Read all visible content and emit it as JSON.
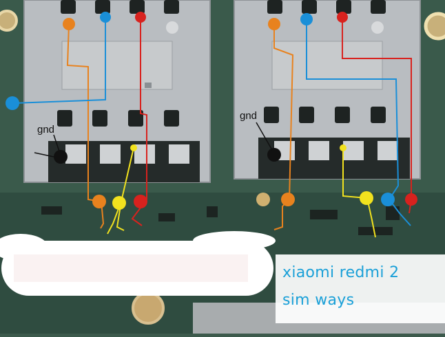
{
  "labels": {
    "gnd_left": "gnd",
    "gnd_right": "gnd"
  },
  "caption": {
    "line1": "xiaomi redmi 2",
    "line2": "sim ways"
  },
  "colors": {
    "pcb": "#3c5a4c",
    "tray": "#b8bcc0",
    "trace_orange": "#e8821e",
    "trace_blue": "#1a8fd8",
    "trace_red": "#d8221e",
    "trace_yellow": "#f2e21e",
    "ground_dot": "#111111",
    "caption": "#1aa0d8"
  }
}
